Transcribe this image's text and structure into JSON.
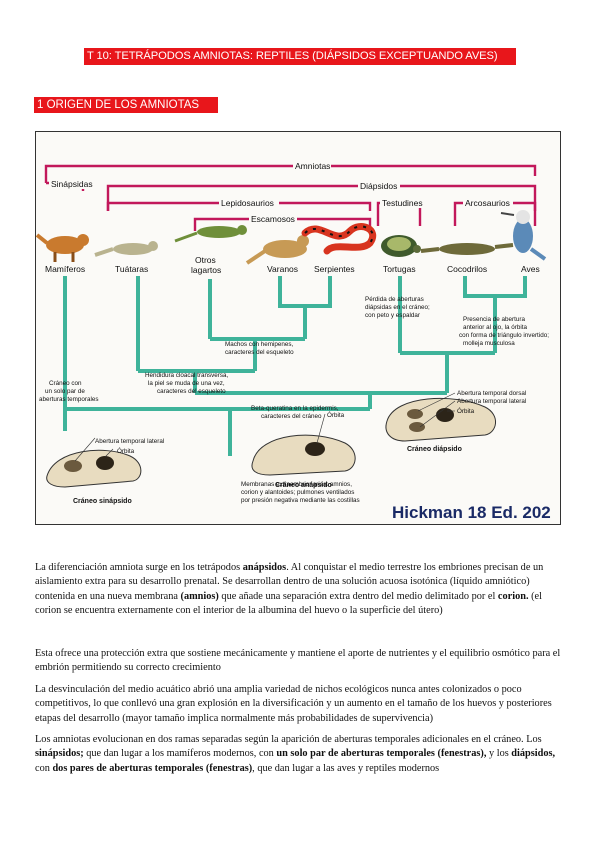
{
  "header": {
    "title": "T 10:  TETRÁPODOS AMNIOTAS: REPTILES (DIÁPSIDOS EXCEPTUANDO AVES)"
  },
  "section": {
    "heading": "1 ORIGEN DE LOS AMNIOTAS"
  },
  "figure": {
    "groups": {
      "amniotas": "Amniotas",
      "sinapsidas": "Sinápsidas",
      "diapsidos": "Diápsidos",
      "lepidosaurios": "Lepidosaurios",
      "testudines": "Testudines",
      "arcosaurios": "Arcosaurios",
      "escamosos": "Escamosos"
    },
    "taxa": {
      "mamiferos": "Mamíferos",
      "tuataras": "Tuátaras",
      "otros_lagartos": [
        "Otros",
        "lagartos"
      ],
      "varanos": "Varanos",
      "serpientes": "Serpientes",
      "tortugas": "Tortugas",
      "cocodrilos": "Cocodrilos",
      "aves": "Aves"
    },
    "annotations": {
      "perdida": [
        "Pérdida de aberturas",
        "diápsidas en el cráneo;",
        "con peto y espaldar"
      ],
      "presencia": [
        "Presencia de abertura",
        "anterior al ojo, la órbita",
        "con forma de triángulo invertido;",
        "molleja musculosa"
      ],
      "machos": [
        "Machos con hemipenes,",
        "caracteres del esqueleto"
      ],
      "hendidura": [
        "Hendidura cloacal transversa,",
        "la piel se muda de una vez,",
        "caracteres del esqueleto"
      ],
      "craneo_uno": [
        "Cráneo con",
        "un solo par de",
        "aberturas temporales"
      ],
      "beta": [
        "Beta-queratina en la epidermis,",
        "caracteres del cráneo"
      ],
      "membranas": [
        "Membranas extraembrionarias: amnios,",
        "corion y alantoides; pulmones ventilados",
        "por presión negativa mediante las costillas"
      ]
    },
    "skulls": {
      "sinapsido": "Cráneo sinápsido",
      "anapsido": "Cráneo anápsido",
      "diapsido": "Cráneo diápsido",
      "abertura_lateral": "Abertura temporal lateral",
      "orbita": "Órbita",
      "orbita2": "Órbita",
      "abertura_dorsal": "Abertura temporal dorsal",
      "abertura_lateral2": "Abertura temporal lateral",
      "orbita3": "Órbita"
    },
    "credit": "Hickman 18 Ed. 202"
  },
  "body": {
    "p1": [
      {
        "t": "La diferenciación amniota surge en los tetrápodos "
      },
      {
        "t": "anápsidos",
        "b": true
      },
      {
        "t": ". Al conquistar el medio terrestre los embriones precisan de un aislamiento extra para su desarrollo prenatal. Se desarrollan dentro de una solución acuosa isotónica (líquido amniótico) contenida en una nueva membrana "
      },
      {
        "t": "(amnios)",
        "b": true
      },
      {
        "t": " que añade una separación extra dentro del medio delimitado por el "
      },
      {
        "t": "corion.",
        "b": true
      },
      {
        "t": " (el corion se encuentra externamente con el interior de la albumina del huevo o la superficie del útero)"
      }
    ],
    "p2": [
      {
        "t": "Esta ofrece una protección extra que sostiene mecánicamente y mantiene el aporte de nutrientes y el equilibrio osmótico para el embrión permitiendo su correcto crecimiento"
      }
    ],
    "p3": [
      {
        "t": "La desvinculación del medio acuático abrió una amplia variedad de nichos ecológicos nunca antes colonizados o poco competitivos, lo que conllevó una gran explosión en la diversificación y un aumento en el tamaño de los huevos y posteriores etapas del desarrollo (mayor tamaño implica normalmente más probabilidades de supervivencia)"
      }
    ],
    "p4": [
      {
        "t": "Los amniotas evolucionan en dos ramas separadas según la aparición de aberturas temporales adicionales en el cráneo. Los "
      },
      {
        "t": "sinápsidos;",
        "b": true
      },
      {
        "t": " que dan lugar a los mamíferos modernos, con "
      },
      {
        "t": "un solo par de aberturas temporales (fenestras),",
        "b": true
      },
      {
        "t": " y los "
      },
      {
        "t": "diápsidos,",
        "b": true
      },
      {
        "t": " con "
      },
      {
        "t": "dos pares de aberturas temporales (fenestras)",
        "b": true
      },
      {
        "t": ", que dan lugar a las aves y reptiles modernos"
      }
    ]
  },
  "colors": {
    "red": "#e8161b",
    "bracket": "#c2185b",
    "green_line": "#3fb39a",
    "ink": "#111111",
    "credit": "#1a2a66"
  }
}
